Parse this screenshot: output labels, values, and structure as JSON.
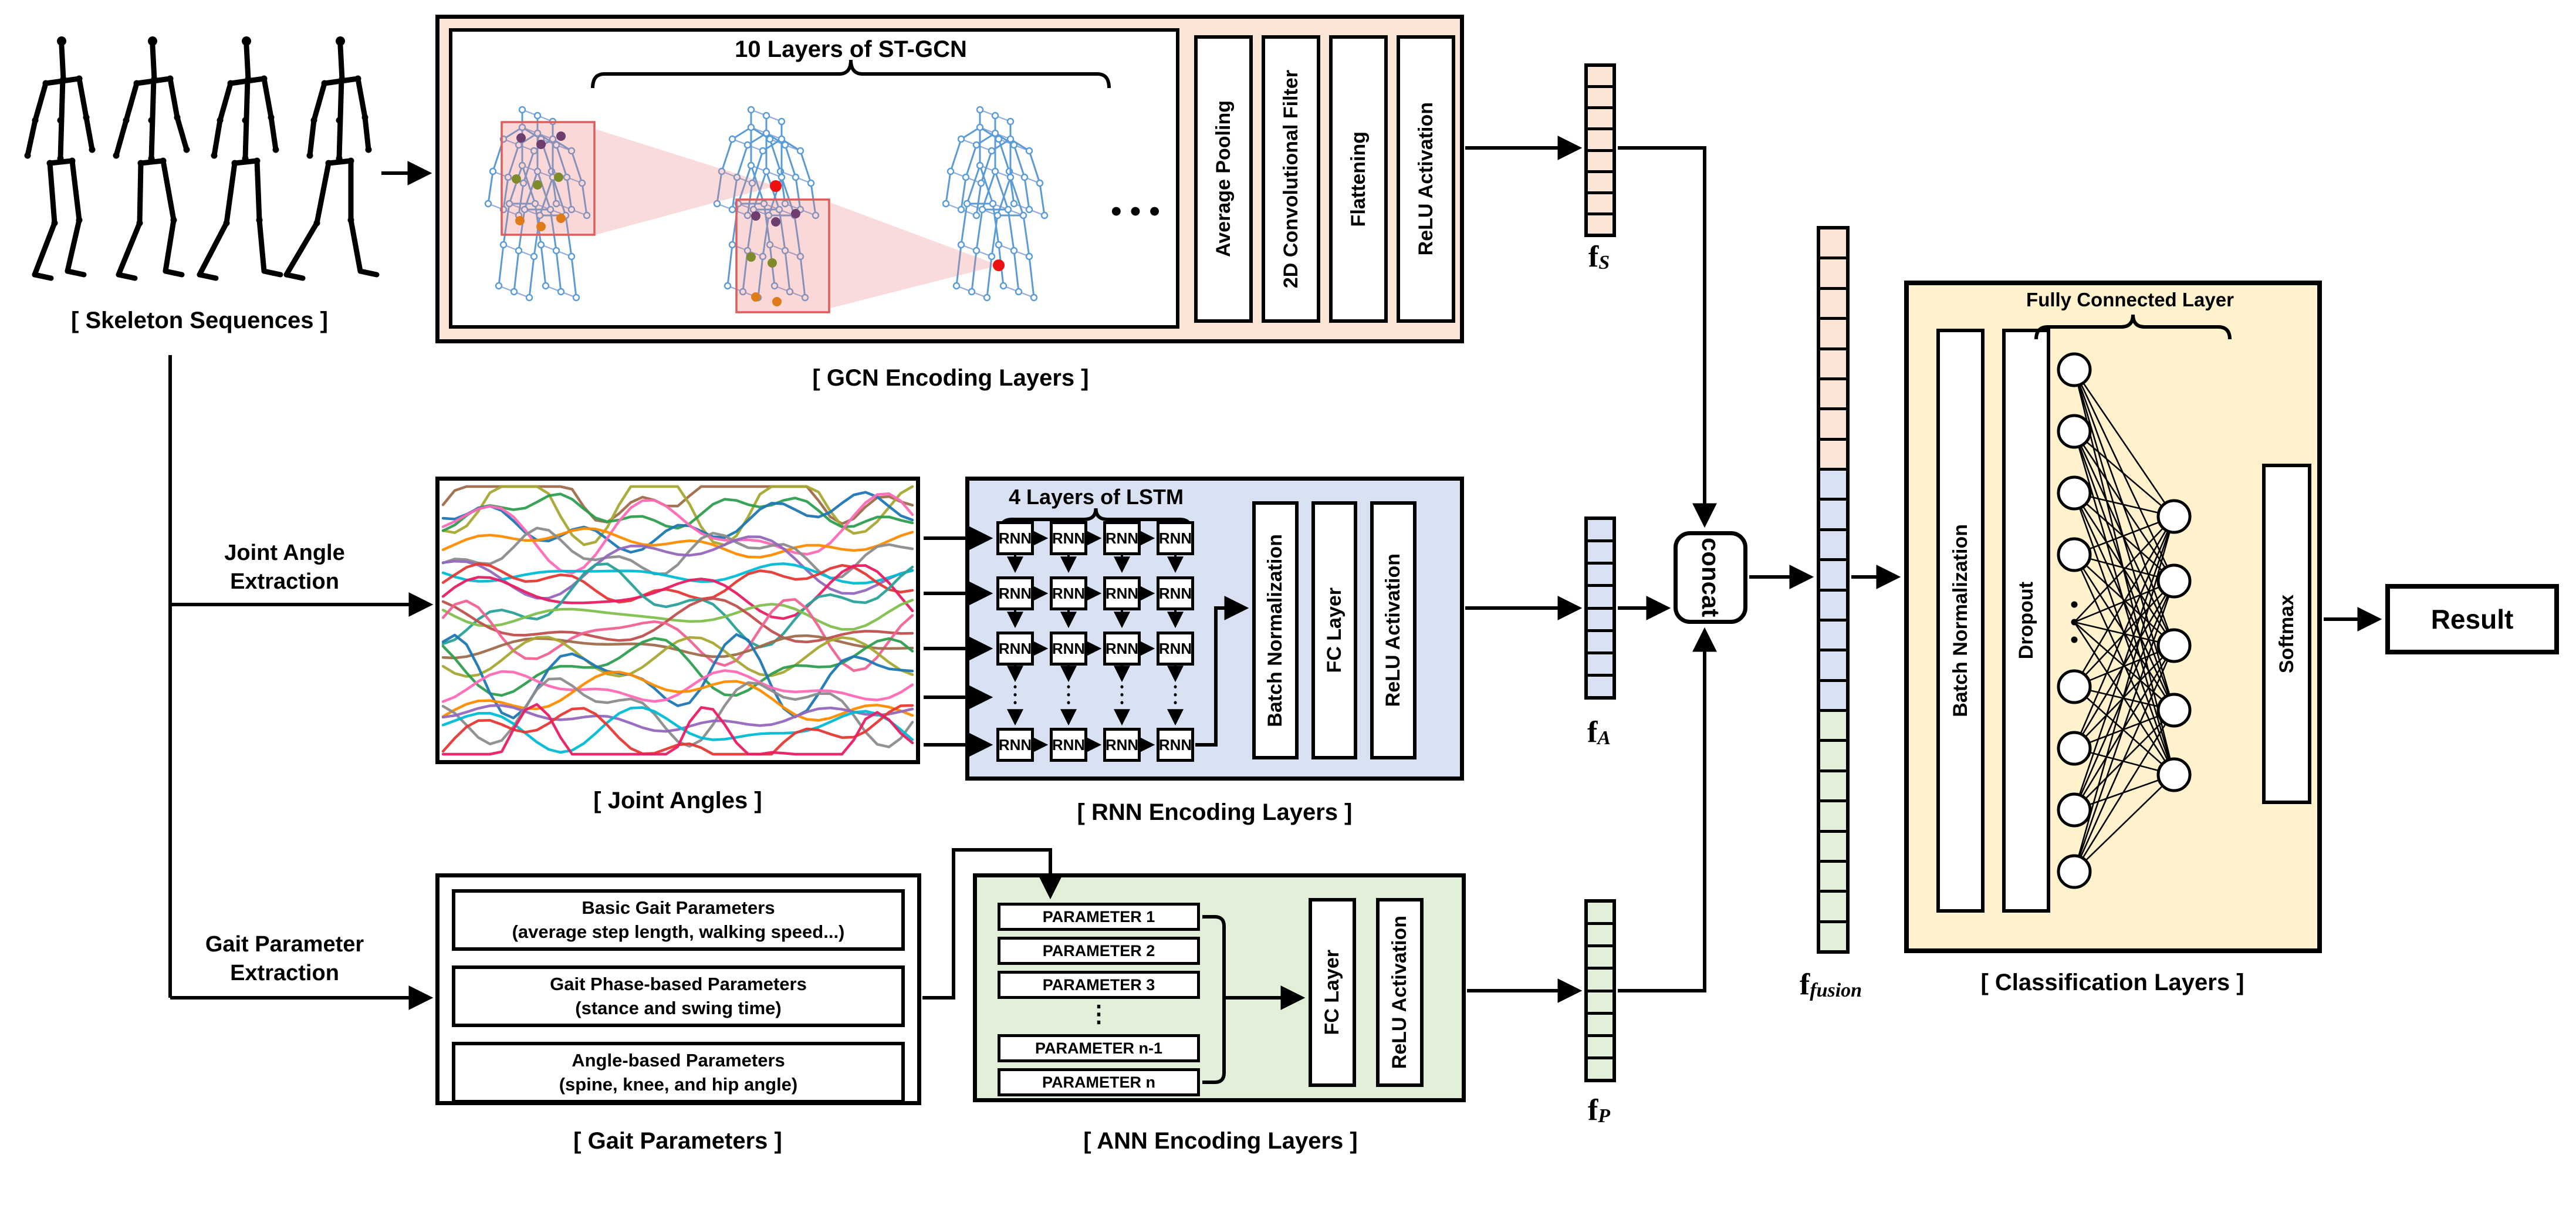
{
  "colors": {
    "peach": "#FBE5D6",
    "blue": "#D9E2F3",
    "green": "#E2EFD9",
    "yellow": "#FFF2CC",
    "graph_blue": "#5B9BD5",
    "highlight_red": "#E05C5C",
    "black": "#000000"
  },
  "skeleton": {
    "label": "[ Skeleton Sequences ]"
  },
  "gcn": {
    "title": "10 Layers of ST-GCN",
    "dots": "• • •",
    "layers": [
      "Average Pooling",
      "2D Convolutional Filter",
      "Flattening",
      "ReLU Activation"
    ],
    "label": "[ GCN Encoding Layers ]"
  },
  "branches": {
    "joint_angle_line1": "Joint Angle",
    "joint_angle_line2": "Extraction",
    "gait_line1": "Gait Parameter",
    "gait_line2": "Extraction"
  },
  "joint_angles": {
    "label": "[ Joint Angles ]",
    "chart_data": {
      "type": "line",
      "title": "",
      "xlabel": "",
      "ylabel": "",
      "axes_shown": false,
      "num_lines": 26,
      "line_colors": [
        "#9E6B4A",
        "#A8A832",
        "#2E9E4F",
        "#1F77B4",
        "#FF69B4",
        "#FF8C00",
        "#8C8C8C",
        "#9467BD",
        "#00BCD4",
        "#E53935",
        "#E91E63",
        "#2AA198",
        "#7FBF4D",
        "#C0504D",
        "#F06292"
      ]
    }
  },
  "rnn": {
    "title": "4 Layers of LSTM",
    "cell_label": "RNN",
    "cols": 4,
    "layers": [
      "Batch Normalization",
      "FC Layer",
      "ReLU Activation"
    ],
    "label": "[ RNN Encoding Layers ]"
  },
  "gait": {
    "rows": [
      {
        "title": "Basic Gait Parameters",
        "subtitle": "(average step length, walking speed...)"
      },
      {
        "title": "Gait Phase-based Parameters",
        "subtitle": "(stance and swing time)"
      },
      {
        "title": "Angle-based Parameters",
        "subtitle": "(spine, knee, and hip angle)"
      }
    ],
    "label": "[ Gait Parameters ]"
  },
  "ann": {
    "params": [
      "PARAMETER 1",
      "PARAMETER 2",
      "PARAMETER 3",
      "⋮",
      "PARAMETER n-1",
      "PARAMETER n"
    ],
    "layers": [
      "FC Layer",
      "ReLU Activation"
    ],
    "label": "[ ANN Encoding Layers ]"
  },
  "concat": {
    "label": "concat"
  },
  "vectors": {
    "fs": {
      "symbol": "f",
      "sub": "S",
      "cells": 8
    },
    "fa": {
      "symbol": "f",
      "sub": "A",
      "cells": 8
    },
    "fp": {
      "symbol": "f",
      "sub": "P",
      "cells": 8
    },
    "ffusion": {
      "symbol": "f",
      "sub": "fusion",
      "cells_per_color": 8
    }
  },
  "classification": {
    "fc_title": "Fully Connected Layer",
    "layers": [
      "Batch Normalization",
      "Dropout"
    ],
    "softmax": "Softmax",
    "left_nodes": 8,
    "right_nodes": 5,
    "label": "[ Classification Layers ]"
  },
  "result": {
    "label": "Result"
  }
}
